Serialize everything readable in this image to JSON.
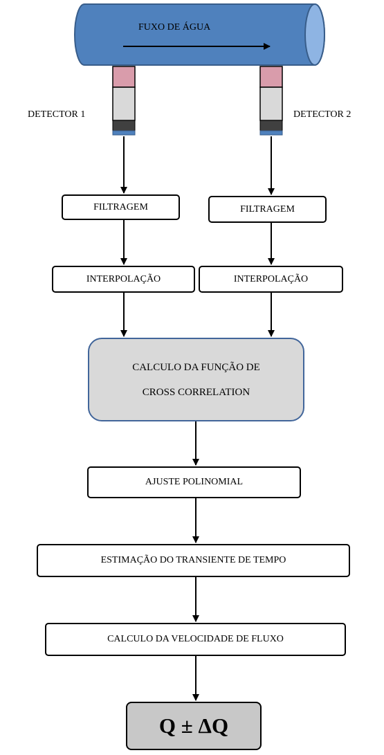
{
  "pipe": {
    "label": "FUXO DE ÁGUA"
  },
  "detectors": [
    {
      "label": "DETECTOR 1"
    },
    {
      "label": "DETECTOR 2"
    }
  ],
  "left_chain": {
    "filter": "FILTRAGEM",
    "interp": "INTERPOLAÇÃO"
  },
  "right_chain": {
    "filter": "FILTRAGEM",
    "interp": "INTERPOLAÇÃO"
  },
  "correlation": {
    "line1": "CALCULO DA FUNÇÃO DE",
    "line2": "CROSS CORRELATION"
  },
  "steps": {
    "fit": "AJUSTE POLINOMIAL",
    "transient": "ESTIMAÇÃO DO TRANSIENTE DE TEMPO",
    "velocity": "CALCULO DA VELOCIDADE DE FLUXO"
  },
  "result": {
    "label": "Q ± ΔQ"
  },
  "colors": {
    "pipe_fill": "#4f81bd",
    "pipe_stroke": "#385d8a",
    "pipe_end": "#8eb4e3",
    "detector_cap": "#d99cab",
    "detector_body": "#d9d9d9",
    "detector_base": "#404040",
    "detector_foot": "#4f81bd",
    "correlation_fill": "#d9d9d9",
    "correlation_border": "#41659a",
    "result_fill": "#c8c8c8"
  }
}
